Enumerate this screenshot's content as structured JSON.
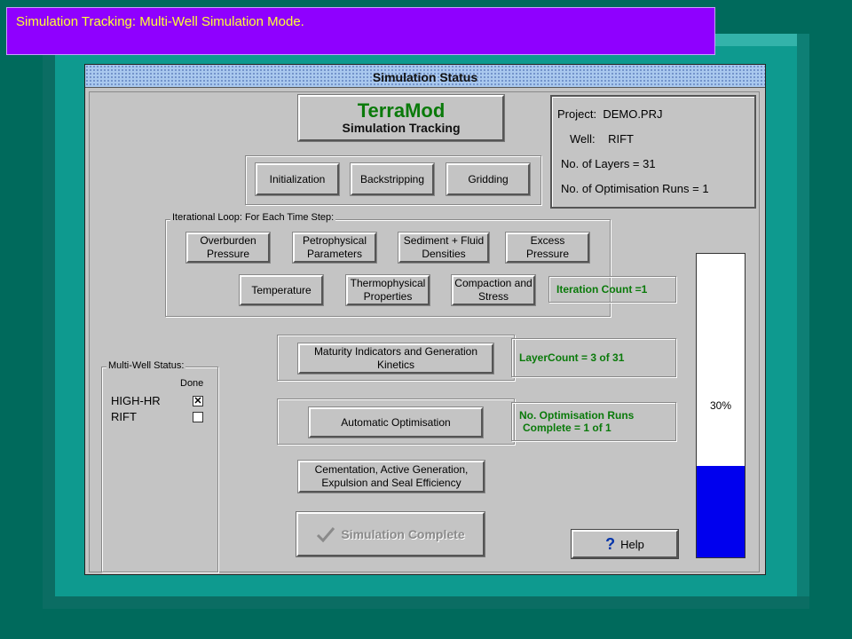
{
  "banner": {
    "title": "Simulation Tracking: Multi-Well Simulation Mode."
  },
  "window": {
    "title": "Simulation Status"
  },
  "logo": {
    "brand": "TerraMod",
    "subtitle": "Simulation Tracking"
  },
  "info": {
    "project_label": "Project:",
    "project_value": "DEMO.PRJ",
    "well_label": "Well:",
    "well_value": "RIFT",
    "layers": "No. of Layers = 31",
    "runs": "No. of Optimisation Runs = 1"
  },
  "setup_steps": [
    "Initialization",
    "Backstripping",
    "Gridding"
  ],
  "loop": {
    "label": "Iterational Loop: For Each Time Step:",
    "row1": [
      "Overburden Pressure",
      "Petrophysical Parameters",
      "Sediment + Fluid Densities",
      "Excess Pressure"
    ],
    "row2": [
      "Temperature",
      "Thermophysical Properties",
      "Compaction and Stress"
    ],
    "iteration_count": "Iteration Count =1"
  },
  "maturity": {
    "label": "Maturity Indicators and Generation Kinetics",
    "layer_count": "LayerCount = 3 of 31"
  },
  "optimisation": {
    "label": "Automatic Optimisation",
    "runs_line1": "No. Optimisation Runs",
    "runs_line2": "Complete = 1 of 1"
  },
  "cementation": {
    "label": "Cementation, Active Generation, Expulsion and Seal Efficiency"
  },
  "progress": {
    "percent_text": "30%",
    "fraction": 0.3,
    "fill_color": "#0000ee"
  },
  "multiwell": {
    "label": "Multi-Well Status:",
    "done_header": "Done",
    "wells": [
      {
        "name": "HIGH-HR",
        "done": true
      },
      {
        "name": "RIFT",
        "done": false
      }
    ]
  },
  "buttons": {
    "complete": "Simulation Complete",
    "complete_icon": "check-icon",
    "help": "Help",
    "help_icon": "question-icon"
  },
  "colors": {
    "banner_bg": "#8f00ff",
    "banner_text": "#ffff33",
    "accent_green": "#0a7a0a"
  }
}
